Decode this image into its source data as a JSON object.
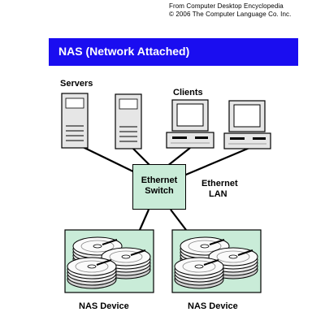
{
  "credit": {
    "line1": "From Computer Desktop Encyclopedia",
    "line2": "© 2006 The Computer Language Co. Inc."
  },
  "title": "NAS (Network Attached)",
  "labels": {
    "servers": "Servers",
    "clients": "Clients",
    "switch_line1": "Ethernet",
    "switch_line2": "Switch",
    "lan_line1": "Ethernet",
    "lan_line2": "LAN",
    "nas_device_left": "NAS Device",
    "nas_device_right": "NAS Device"
  },
  "colors": {
    "title_bar": "#1a0df0",
    "switch_fill": "#c9ecd8",
    "nas_fill": "#c9ecd8",
    "device_fill": "#e6e6e6"
  }
}
